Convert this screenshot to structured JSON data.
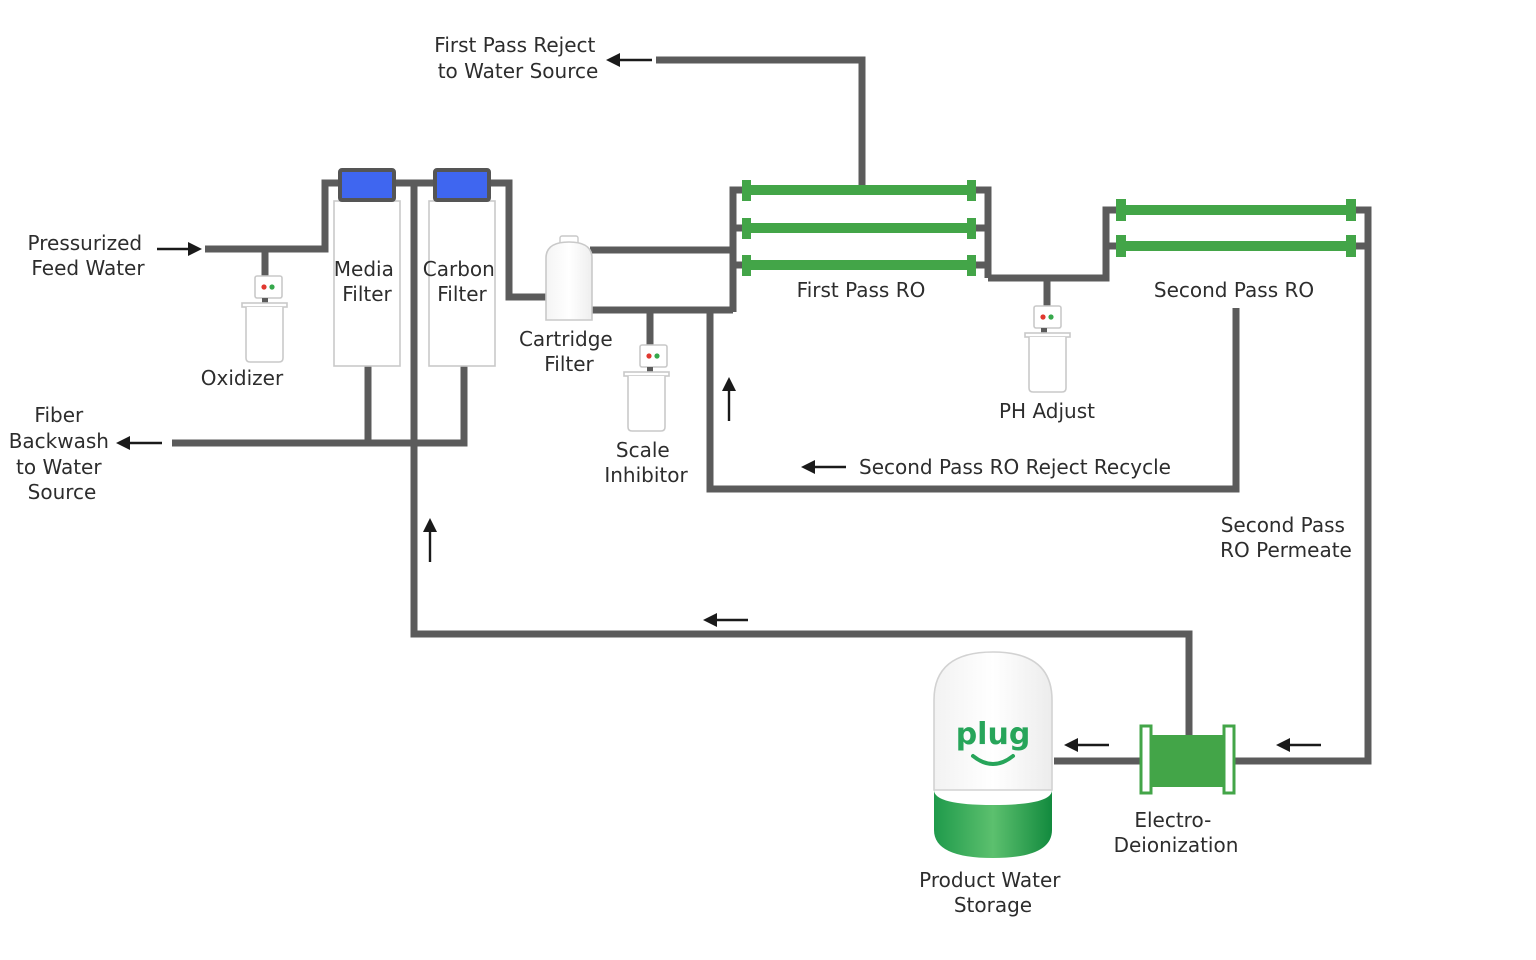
{
  "labels": {
    "first_pass_reject": [
      "First Pass Reject",
      "to Water Source"
    ],
    "pressurized_feed": [
      "Pressurized",
      "Feed Water"
    ],
    "media_filter": [
      "Media",
      "Filter"
    ],
    "carbon_filter": [
      "Carbon",
      "Filter"
    ],
    "cartridge_filter": [
      "Cartridge",
      "Filter"
    ],
    "first_pass_ro": [
      "First Pass RO"
    ],
    "second_pass_ro": [
      "Second Pass RO"
    ],
    "oxidizer": [
      "Oxidizer"
    ],
    "fiber_backwash": [
      "Fiber",
      "Backwash",
      "to Water",
      "Source"
    ],
    "scale_inhibitor": [
      "Scale",
      "Inhibitor"
    ],
    "ph_adjust": [
      "PH Adjust"
    ],
    "reject_recycle": [
      "Second Pass RO Reject Recycle"
    ],
    "second_pass_permeate": [
      "Second Pass",
      "RO Permeate"
    ],
    "product_water_storage": [
      "Product Water",
      "Storage"
    ],
    "electro_deionization": [
      "Electro-",
      "Deionization"
    ]
  },
  "logo": {
    "text": "plug"
  },
  "colors": {
    "pipe": "#5b5b5b",
    "ro_membrane": "#43a548",
    "filter_cap": "#3f66f0",
    "tank_green": "#2aa654",
    "text": "#2d2d2d"
  },
  "icons": [
    "arrow-left-icon",
    "arrow-right-icon",
    "arrow-up-icon",
    "status-lamp-icon"
  ]
}
